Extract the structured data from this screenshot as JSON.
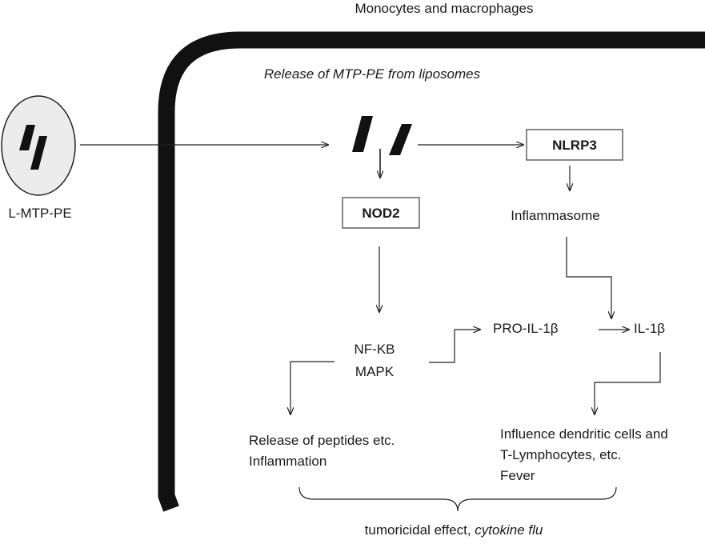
{
  "title": "Monocytes and macrophages",
  "release_caption": "Release of MTP-PE from liposomes",
  "liposome_label": "L-MTP-PE",
  "nodes": {
    "nlrp3": "NLRP3",
    "nod2": "NOD2",
    "inflammasome": "Inflammasome",
    "nfkb": "NF-KB",
    "mapk": "MAPK",
    "pro_il1b": "PRO-IL-1β",
    "il1b": "IL-1β"
  },
  "outcomes": {
    "left_line1": "Release of peptides etc.",
    "left_line2": "Inflammation",
    "right_line1": "Influence dendritic cells and",
    "right_line2": "T-Lymphocytes, etc.",
    "right_line3": "Fever"
  },
  "summary": {
    "regular": "tumoricidal effect, ",
    "italic": "cytokine flu"
  }
}
